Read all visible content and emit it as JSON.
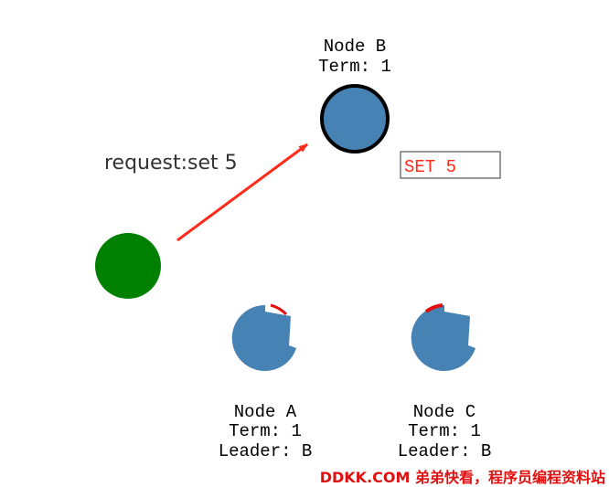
{
  "colors": {
    "node_fill": "#4682b4",
    "leader_stroke": "#000000",
    "client_fill": "#008000",
    "arrow": "#ff2a1a",
    "timer_arc": "#e01010",
    "log_text": "#ff2a1a",
    "watermark": "#e01010"
  },
  "client": {
    "request_label": "request:set 5"
  },
  "nodes": {
    "b": {
      "name": "Node B",
      "term": "Term: 1",
      "role": "leader"
    },
    "a": {
      "name": "Node A",
      "term": "Term: 1",
      "leader": "Leader: B",
      "role": "follower"
    },
    "c": {
      "name": "Node C",
      "term": "Term: 1",
      "leader": "Leader: B",
      "role": "follower"
    }
  },
  "leader_log": {
    "entry": "SET 5"
  },
  "watermark": "DDKK.COM 弟弟快看，程序员编程资料站"
}
